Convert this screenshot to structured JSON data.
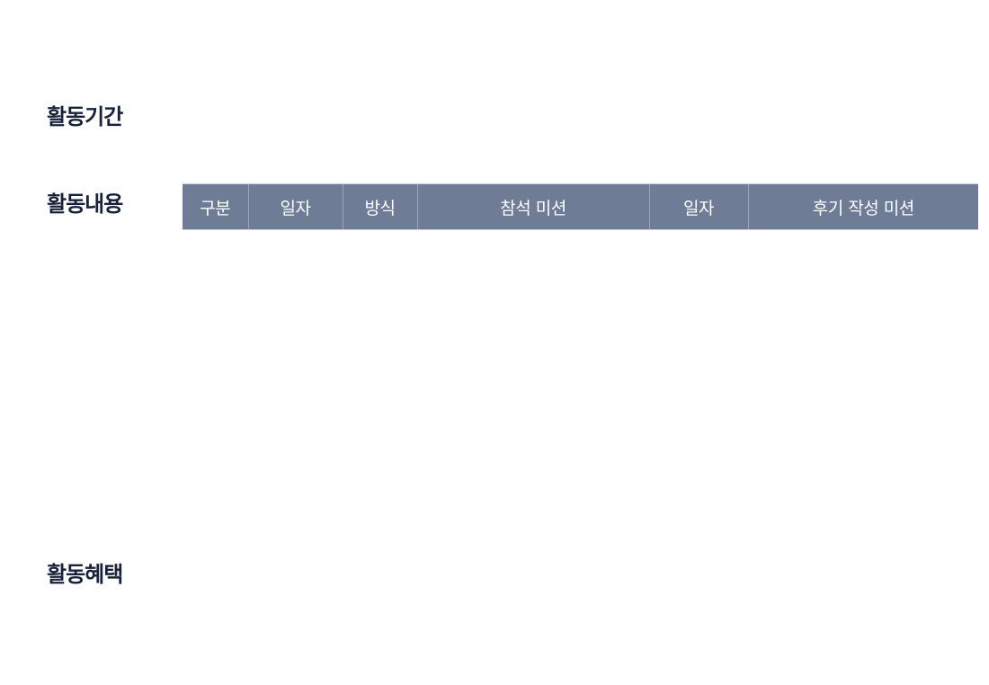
{
  "sections": {
    "period": "활동기간",
    "content": "활동내용",
    "benefits": "활동혜택"
  },
  "table": {
    "headers": [
      "구분",
      "일자",
      "방식",
      "참석 미션",
      "일자",
      "후기 작성 미션"
    ]
  },
  "colors": {
    "header_bg": "#6f7c96",
    "heading_text": "#1a2238"
  }
}
